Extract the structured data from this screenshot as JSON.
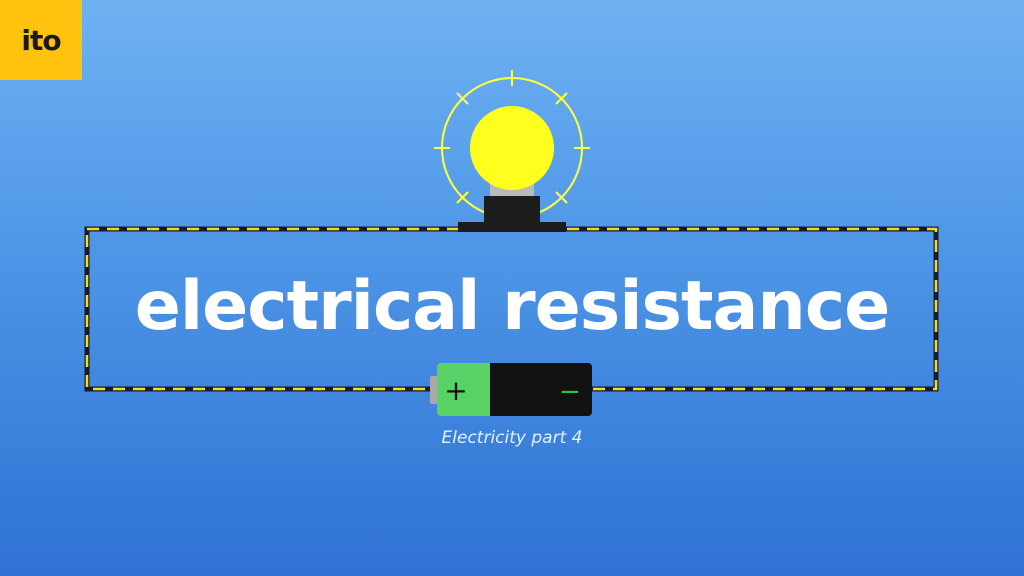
{
  "logo": {
    "text": "ito"
  },
  "title": "electrical resistance",
  "subtitle": "Electricity part 4",
  "battery": {
    "plus": "+",
    "minus": "−"
  },
  "colors": {
    "background": "#4d95e6",
    "logo_bg": "#ffc20e",
    "bulb": "#ffff1e",
    "wire_dash": "#f2dd1a",
    "wire_dark": "#1a1a2e",
    "battery_positive": "#58d167",
    "battery_negative": "#111111"
  }
}
